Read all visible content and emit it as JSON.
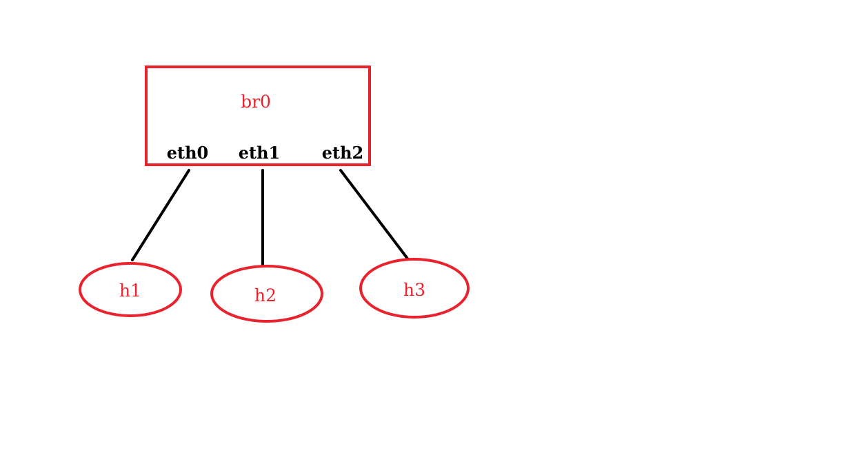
{
  "bridge": {
    "name": "br0",
    "ports": [
      "eth0",
      "eth1",
      "eth2"
    ]
  },
  "hosts": [
    "h1",
    "h2",
    "h3"
  ],
  "colors": {
    "outline": "#e8232d",
    "link": "#000000",
    "port_text": "#000000"
  }
}
